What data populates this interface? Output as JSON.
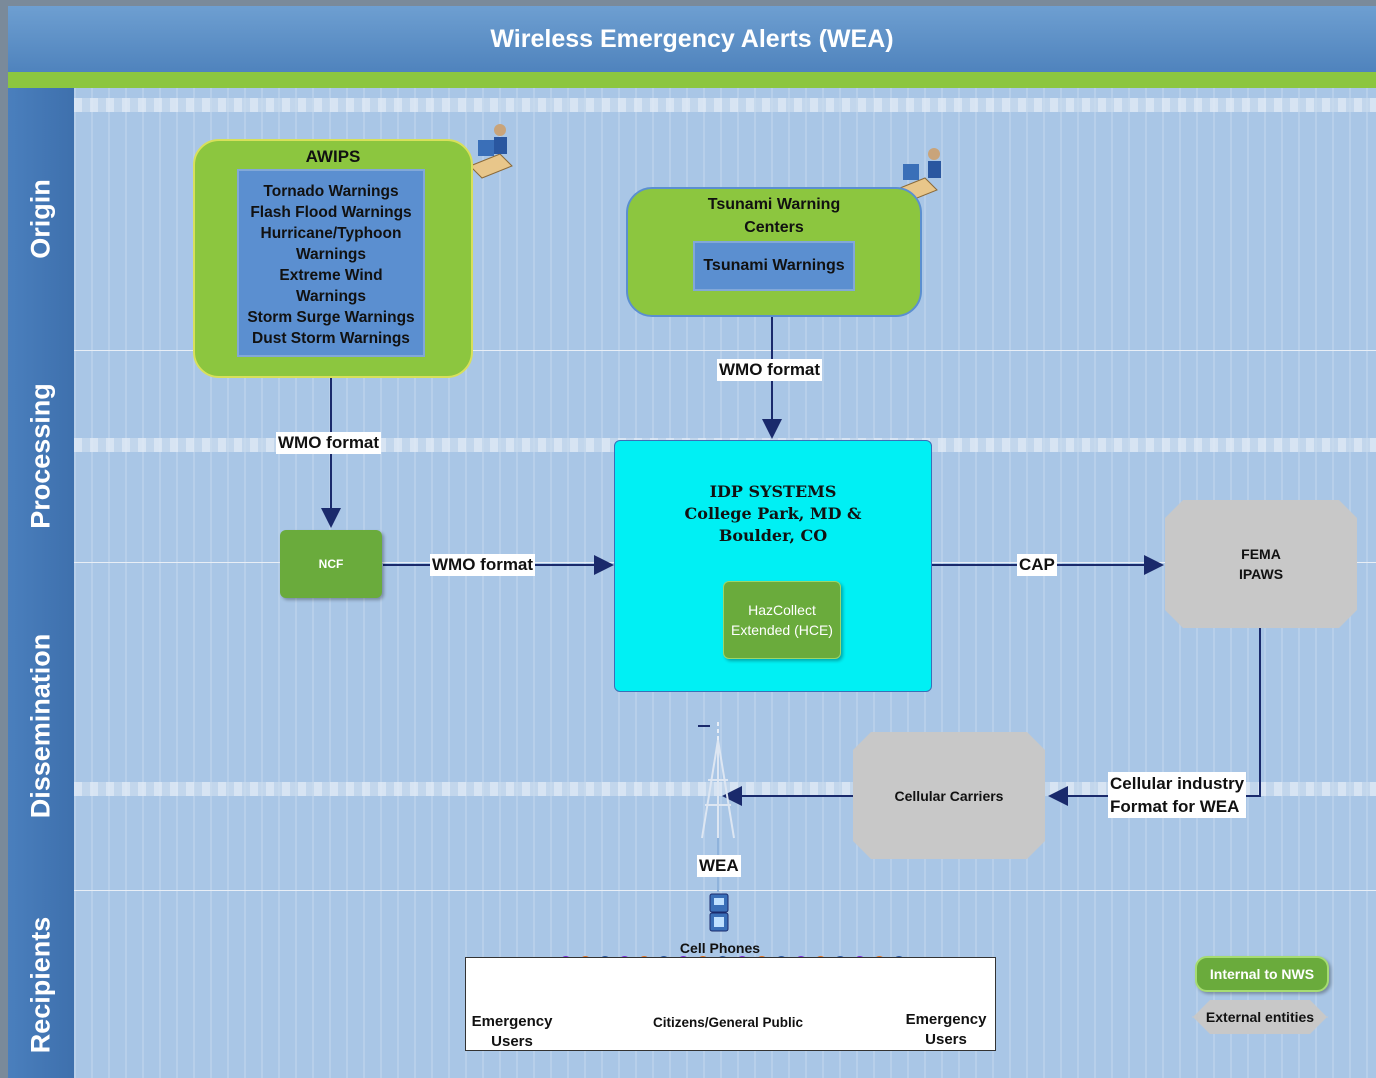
{
  "title": "Wireless Emergency Alerts (WEA)",
  "lanes": [
    "Origin",
    "Processing",
    "Dissemination",
    "Recipients"
  ],
  "awips": {
    "title": "AWIPS",
    "warnings": [
      "Tornado Warnings",
      "Flash Flood Warnings",
      "Hurricane/Typhoon",
      "Warnings",
      "Extreme Wind",
      "Warnings",
      "Storm Surge Warnings",
      "Dust Storm Warnings"
    ]
  },
  "tsunami": {
    "title_line1": "Tsunami Warning",
    "title_line2": "Centers",
    "inner": "Tsunami Warnings"
  },
  "idp": {
    "line1": "IDP SYSTEMS",
    "line2": "College Park, MD &",
    "line3": "Boulder, CO",
    "hce_line1": "HazCollect",
    "hce_line2": "Extended (HCE)"
  },
  "ncf": "NCF",
  "fema": {
    "line1": "FEMA",
    "line2": "IPAWS"
  },
  "cellular_carriers": "Cellular Carriers",
  "edge_labels": {
    "awips_wmo": "WMO format",
    "tsunami_wmo": "WMO format",
    "ncf_wmo": "WMO format",
    "cap": "CAP",
    "cellular_line1": "Cellular industry",
    "cellular_line2": "Format for WEA",
    "wea": "WEA"
  },
  "recipients": {
    "cell_phones": "Cell Phones",
    "emergency_left_line1": "Emergency",
    "emergency_left_line2": "Users",
    "citizens": "Citizens/General Public",
    "emergency_right_line1": "Emergency",
    "emergency_right_line2": "Users"
  },
  "legend": {
    "internal": "Internal to NWS",
    "external": "External entities"
  },
  "colors": {
    "lane_blue": "#4a7fbd",
    "internal_green": "#8cc63f",
    "idp_cyan": "#00f0f4",
    "external_gray": "#c8c8c8",
    "arrow_navy": "#1a2a6c"
  }
}
